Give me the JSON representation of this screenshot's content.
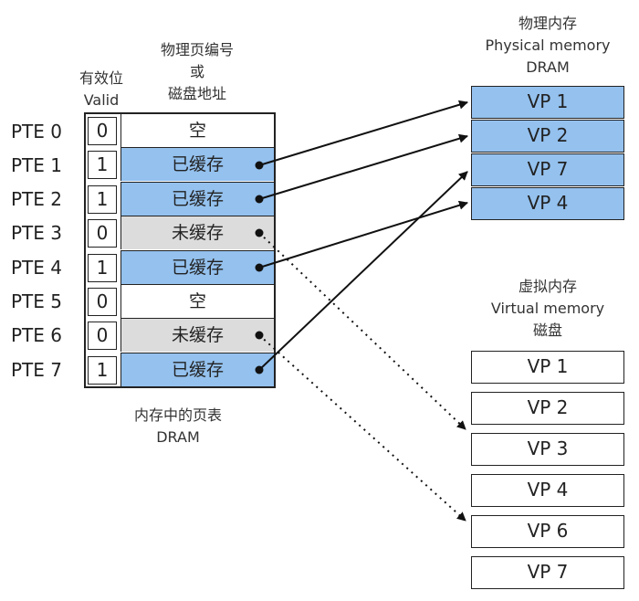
{
  "headers": {
    "valid_line1": "有效位",
    "valid_line2": "Valid",
    "ppn_line1": "物理页编号",
    "ppn_line2": "或",
    "ppn_line3": "磁盘地址",
    "phys_line1": "物理内存",
    "phys_line2": "Physical memory",
    "phys_line3": "DRAM",
    "virt_line1": "虚拟内存",
    "virt_line2": "Virtual memory",
    "virt_line3": "磁盘"
  },
  "page_table": {
    "caption_line1": "内存中的页表",
    "caption_line2": "DRAM",
    "rows": [
      {
        "label": "PTE 0",
        "valid": "0",
        "content": "空",
        "state": "empty"
      },
      {
        "label": "PTE 1",
        "valid": "1",
        "content": "已缓存",
        "state": "cached"
      },
      {
        "label": "PTE 2",
        "valid": "1",
        "content": "已缓存",
        "state": "cached"
      },
      {
        "label": "PTE 3",
        "valid": "0",
        "content": "未缓存",
        "state": "uncached"
      },
      {
        "label": "PTE 4",
        "valid": "1",
        "content": "已缓存",
        "state": "cached"
      },
      {
        "label": "PTE 5",
        "valid": "0",
        "content": "空",
        "state": "empty"
      },
      {
        "label": "PTE 6",
        "valid": "0",
        "content": "未缓存",
        "state": "uncached"
      },
      {
        "label": "PTE 7",
        "valid": "1",
        "content": "已缓存",
        "state": "cached"
      }
    ]
  },
  "physical_memory": [
    "VP 1",
    "VP 2",
    "VP 7",
    "VP 4"
  ],
  "virtual_memory": [
    "VP 1",
    "VP 2",
    "VP 3",
    "VP 4",
    "VP 6",
    "VP 7"
  ],
  "colors": {
    "cached": "#94c1ee",
    "uncached": "#dcdcdc",
    "empty": "#ffffff",
    "line": "#111111"
  },
  "mappings": [
    {
      "from": "PTE 1",
      "to": "VP 1",
      "kind": "physical"
    },
    {
      "from": "PTE 2",
      "to": "VP 2",
      "kind": "physical"
    },
    {
      "from": "PTE 4",
      "to": "VP 4",
      "kind": "physical"
    },
    {
      "from": "PTE 7",
      "to": "VP 7",
      "kind": "physical"
    },
    {
      "from": "PTE 3",
      "to": "VP 3",
      "kind": "disk"
    },
    {
      "from": "PTE 6",
      "to": "VP 6",
      "kind": "disk"
    }
  ]
}
